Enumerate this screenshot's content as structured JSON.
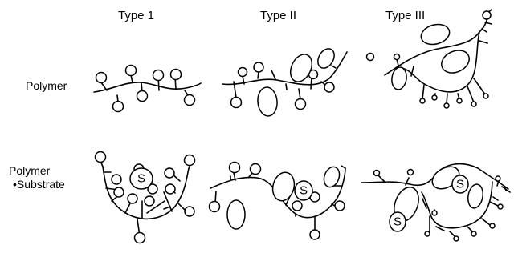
{
  "columns": {
    "type1": "Type 1",
    "type2": "Type II",
    "type3": "Type III"
  },
  "rows": {
    "polymer": "Polymer",
    "complex_line1": "Polymer",
    "complex_line2": "•Substrate"
  },
  "substrate_label": "S"
}
